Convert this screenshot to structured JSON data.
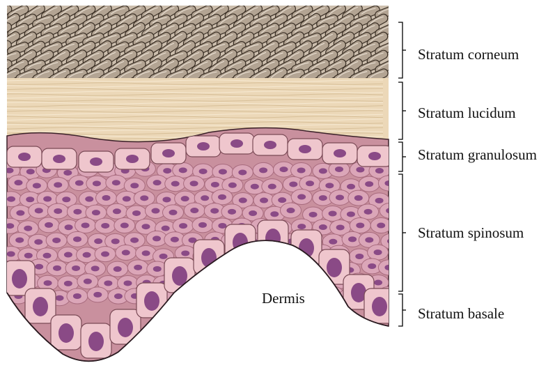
{
  "labels": {
    "corneum": "Stratum corneum",
    "lucidum": "Stratum lucidum",
    "granulosum": "Stratum granulosum",
    "spinosum": "Stratum spinosum",
    "basale": "Stratum basale",
    "dermis": "Dermis"
  },
  "colors": {
    "corneum_cell": "#b3a493",
    "corneum_outline": "#3a2f25",
    "lucidum_fill": "#ecd8b8",
    "lucidum_line": "#d7bf98",
    "epidermis_bg": "#c9909e",
    "cell_fill": "#efc6cd",
    "cell_outline": "#7a4a56",
    "nucleus": "#8a4a86",
    "spinosum_cell": "#dba6b8",
    "bracket": "#000000"
  }
}
